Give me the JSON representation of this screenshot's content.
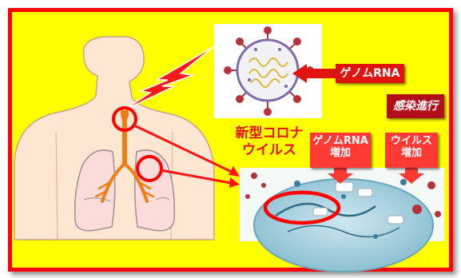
{
  "labels": {
    "genome_rna": "ゲノムRNA",
    "infection_progress": "感染進行",
    "virus_name_line1": "新型コロナ",
    "virus_name_line2": "ウイルス",
    "genome_rna_increase_line1": "ゲノムRNA",
    "genome_rna_increase_line2": "増加",
    "virus_increase_line1": "ウイルス",
    "virus_increase_line2": "増加"
  },
  "colors": {
    "panel_background": "#ffff00",
    "panel_border": "#ff0000",
    "accent_red": "#e0140f",
    "airway_orange": "#f07d12",
    "skin": "#fde6d2"
  }
}
